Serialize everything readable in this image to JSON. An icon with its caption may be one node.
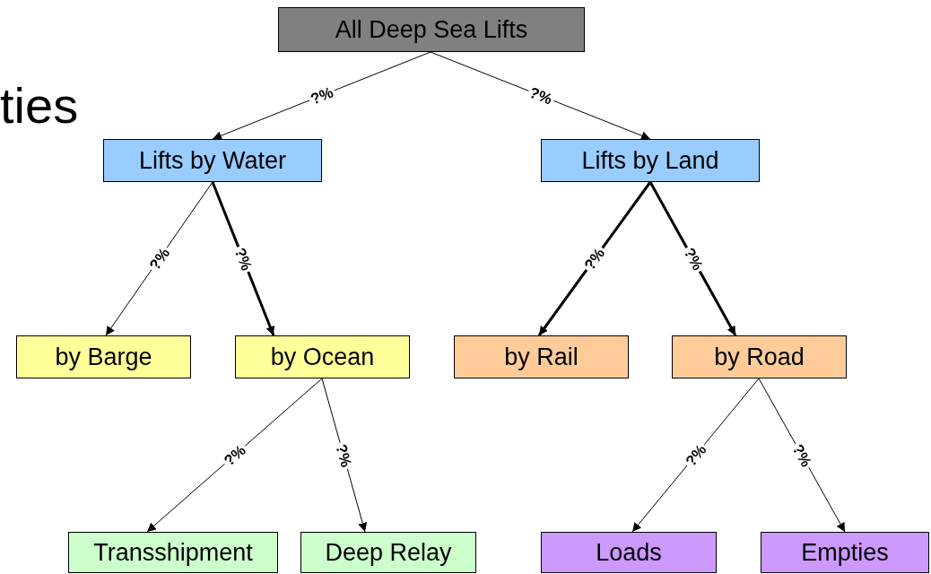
{
  "diagram": {
    "nodes": [
      {
        "text": [
          "All Deep Sea Lifts"
        ]
      },
      {
        "text": [
          "Lifts by Water"
        ]
      },
      {
        "text": [
          "Lifts by Land"
        ]
      },
      {
        "text": [
          "by Barge"
        ]
      },
      {
        "text": [
          "by Ocean"
        ]
      },
      {
        "text": [
          "by Rail"
        ]
      },
      {
        "text": [
          "by Road"
        ]
      },
      {
        "text": [
          "Transshipment"
        ]
      },
      {
        "text": [
          "Deep Relay"
        ]
      },
      {
        "text": [
          "Loads"
        ]
      },
      {
        "text": [
          "Empties"
        ]
      }
    ],
    "edges": [
      {
        "from": 0,
        "to": 1,
        "arrow": "to",
        "label": "?%"
      },
      {
        "from": 0,
        "to": 2,
        "arrow": "to",
        "label": "?%"
      },
      {
        "from": 1,
        "to": 3,
        "arrow": "to",
        "label": "?%"
      },
      {
        "from": 1,
        "to": 4,
        "arrow": "to",
        "label": "?%",
        "style": "thick"
      },
      {
        "from": 2,
        "to": 5,
        "arrow": "to",
        "label": "?%",
        "style": "thick"
      },
      {
        "from": 2,
        "to": 6,
        "arrow": "to",
        "label": "?%",
        "style": "thick"
      },
      {
        "from": 4,
        "to": 7,
        "arrow": "to",
        "label": "?%"
      },
      {
        "from": 4,
        "to": 8,
        "arrow": "to",
        "label": "?%"
      },
      {
        "from": 6,
        "to": 9,
        "arrow": "to",
        "label": "?%"
      },
      {
        "from": 6,
        "to": 10,
        "arrow": "to",
        "label": "?%"
      }
    ],
    "labels": [
      "ties"
    ]
  }
}
